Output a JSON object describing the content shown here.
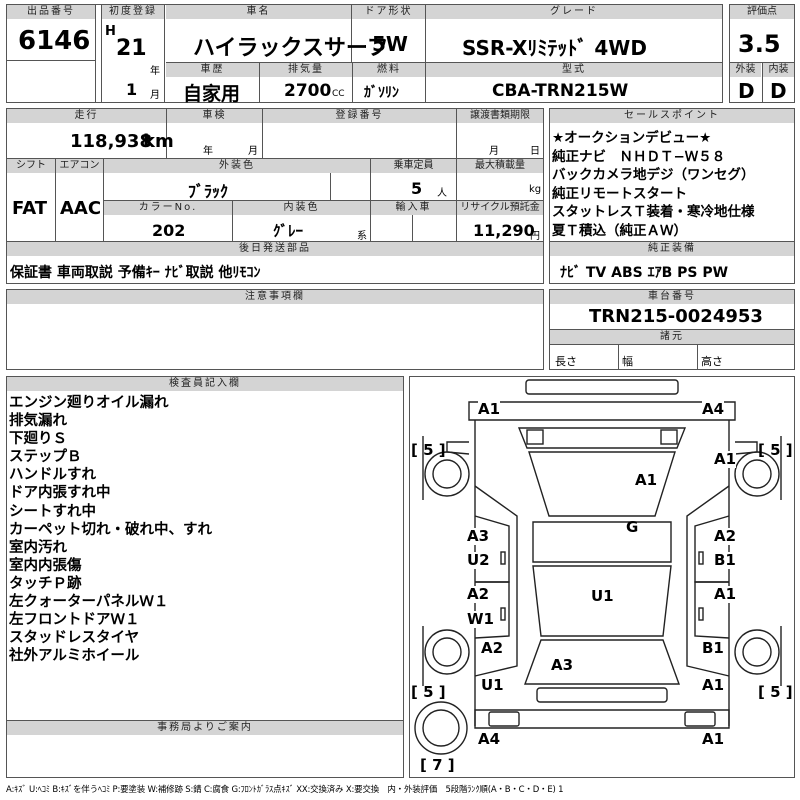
{
  "lot": {
    "label": "出品番号",
    "value": "6146"
  },
  "first_reg": {
    "label": "初度登録",
    "era": "H",
    "year": "21",
    "year_unit": "年",
    "month": "1",
    "month_unit": "月"
  },
  "car_name": {
    "label": "車名",
    "value": "ハイラックスサーフ"
  },
  "door": {
    "label": "ドア形状",
    "value": "5W"
  },
  "grade": {
    "label": "グレード",
    "value": "SSR-Xﾘﾐﾃｯﾄﾞ 4WD"
  },
  "score": {
    "label": "評価点",
    "value": "3.5",
    "ext_label": "外装",
    "ext": "D",
    "int_label": "内装",
    "int": "D"
  },
  "history": {
    "label": "車歴",
    "value": "自家用"
  },
  "displacement": {
    "label": "排気量",
    "value": "2700",
    "unit": "CC"
  },
  "fuel": {
    "label": "燃料",
    "value": "ｶﾞｿﾘﾝ"
  },
  "model": {
    "label": "型式",
    "value": "CBA-TRN215W"
  },
  "mileage": {
    "label": "走行",
    "value": "118,938",
    "unit": "km"
  },
  "inspection": {
    "label": "車検",
    "year_unit": "年",
    "month_unit": "月"
  },
  "registration": {
    "label": "登録番号"
  },
  "transfer_deadline": {
    "label": "譲渡書類期限",
    "month_unit": "月",
    "day_unit": "日"
  },
  "shift": {
    "label": "シフト",
    "value": "FAT"
  },
  "ac": {
    "label": "エアコン",
    "value": "AAC"
  },
  "exterior_color": {
    "label": "外装色",
    "value": "ﾌﾞﾗｯｸ"
  },
  "capacity": {
    "label": "乗車定員",
    "value": "5",
    "unit": "人"
  },
  "max_load": {
    "label": "最大積載量",
    "unit": "kg"
  },
  "color_no": {
    "label": "カラーNo.",
    "value": "202"
  },
  "interior_color": {
    "label": "内装色",
    "value": "ｸﾞﾚｰ",
    "unit": "系"
  },
  "import": {
    "label": "輸入車"
  },
  "recycle": {
    "label": "リサイクル預託金",
    "value": "11,290",
    "unit": "円"
  },
  "later_parts": {
    "label": "後日発送部品",
    "value": "保証書 車両取説 予備ｷｰ ﾅﾋﾞ取説 他ﾘﾓｺﾝ"
  },
  "sales_points": {
    "label": "セールスポイント",
    "items": [
      "★オークションデビュー★",
      "純正ナビ　ＮＨＤＴ−Ｗ５８",
      "バックカメラ地デジ（ワンセグ）",
      "純正リモートスタート",
      "スタットレスＴ装着・寒冷地仕様",
      "夏Ｔ積込（純正ＡＷ）"
    ]
  },
  "equipment": {
    "label": "純正装備",
    "value": "ﾅﾋﾞ TV ABS ｴｱB PS PW"
  },
  "notes": {
    "label": "注意事項欄"
  },
  "chassis": {
    "label": "車台番号",
    "value": "TRN215-0024953"
  },
  "dimensions": {
    "label": "諸元",
    "length": "長さ",
    "width": "幅",
    "height": "高さ"
  },
  "inspector": {
    "label": "検査員記入欄",
    "items": [
      "エンジン廻りオイル漏れ",
      "排気漏れ",
      "下廻りＳ",
      "ステップＢ",
      "ハンドルすれ",
      "ドア内張すれ中",
      "シートすれ中",
      "カーペット切れ・破れ中、すれ",
      "室内汚れ",
      "室内内張傷",
      "タッチＰ跡",
      "左クォーターパネルＷ１",
      "左フロントドアＷ１",
      "スタッドレスタイヤ",
      "社外アルミホイール"
    ]
  },
  "notes_office": {
    "label": "事務局よりご案内"
  },
  "damage": {
    "front_left": "A1",
    "front_right": "A4",
    "hood": "A1",
    "roof": "G",
    "center": "U1",
    "fl_fender": "A1",
    "l_front_door_1": "A3",
    "l_front_door_2": "U2",
    "l_rear_door_1": "A2",
    "l_rear_door_2": "W1",
    "l_quarter_1": "A2",
    "l_quarter_2": "U1",
    "r_front_door_1": "A2",
    "r_front_door_2": "B1",
    "r_rear_door": "A1",
    "r_quarter_1": "B1",
    "r_quarter_2": "A1",
    "trunk": "A3",
    "rear_left": "A4",
    "rear_right": "A1",
    "tire_fl": "[ 5 ]",
    "tire_fr": "[ 5 ]",
    "tire_rl": "[ 5 ]",
    "tire_rr": "[ 5 ]",
    "spare": "[ 7 ]"
  },
  "legend": "A:ｷｽﾞ U:ﾍｺﾐ B:ｷｽﾞを伴うﾍｺﾐ P:要塗装 W:補修跡 S:錆 C:腐食 G:ﾌﾛﾝﾄｶﾞﾗｽ点ｷｽﾞ XX:交換済み X:要交換　内・外装評価　5段階ﾗﾝｸ順(A・B・C・D・E) 1"
}
